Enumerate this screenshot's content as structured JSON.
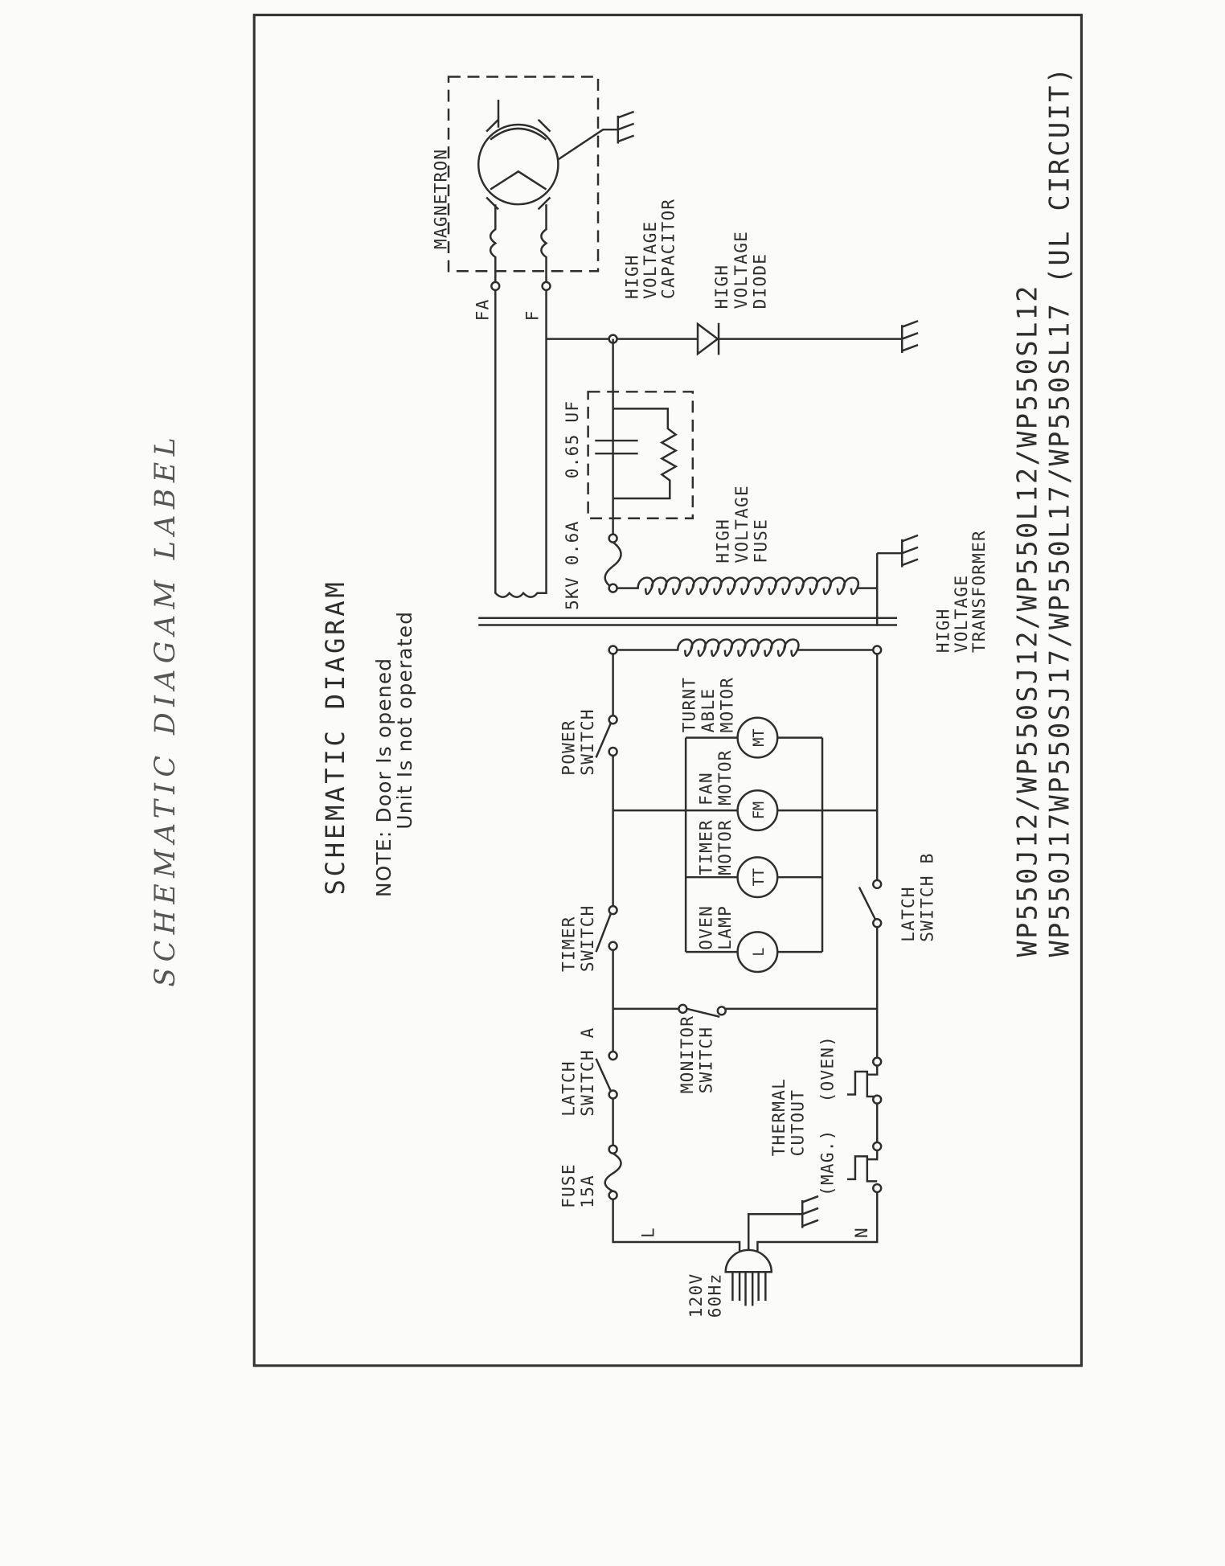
{
  "handwritten_title": "SCHEMATIC   DIAGAM   LABEL",
  "title": "SCHEMATIC  DIAGRAM",
  "note": {
    "line1": "NOTE: Door Is opened",
    "line2": "Unit Is not operated"
  },
  "models": {
    "line1": "WP550J12/WP550SJ12/WP550L12/WP550SL12",
    "line2": "WP550J17WP550SJ17/WP550L17/WP550SL17 (UL CIRCUIT)"
  },
  "labels": {
    "magnetron": "MAGNETRON",
    "fa": "FA",
    "f": "F",
    "hv_capacitor": [
      "HIGH",
      "VOLTAGE",
      "CAPACITOR"
    ],
    "hv_diode": [
      "HIGH",
      "VOLTAGE",
      "DIODE"
    ],
    "cap_value": "0.65 UF",
    "fuse_value": "5KV  0.6A",
    "hv_fuse": [
      "HIGH",
      "VOLTAGE",
      "FUSE"
    ],
    "hv_transformer": [
      "HIGH",
      "VOLTAGE",
      "TRANSFORMER"
    ],
    "power_switch": [
      "POWER",
      "SWITCH"
    ],
    "timer_switch": [
      "TIMER",
      "SWITCH"
    ],
    "latch_switch_a": [
      "LATCH",
      "SWITCH  A"
    ],
    "latch_switch_b": [
      "LATCH",
      "SWITCH  B"
    ],
    "monitor_switch": [
      "MONITOR",
      "SWITCH"
    ],
    "fuse": [
      "FUSE",
      "15A"
    ],
    "thermal_cutout": [
      "THERMAL",
      "CUTOUT"
    ],
    "mag": "(MAG.)",
    "oven": "(OVEN)",
    "turntable_motor": [
      "TURNT",
      "ABLE",
      "MOTOR"
    ],
    "fan_motor": [
      "FAN",
      "MOTOR"
    ],
    "timer_motor": [
      "TIMER",
      "MOTOR"
    ],
    "oven_lamp": [
      "OVEN",
      "LAMP"
    ],
    "mt": "MT",
    "fm": "FM",
    "tt": "TT",
    "l_sym": "L",
    "line": "L",
    "neutral": "N",
    "supply": [
      "120V",
      "60Hz"
    ]
  }
}
